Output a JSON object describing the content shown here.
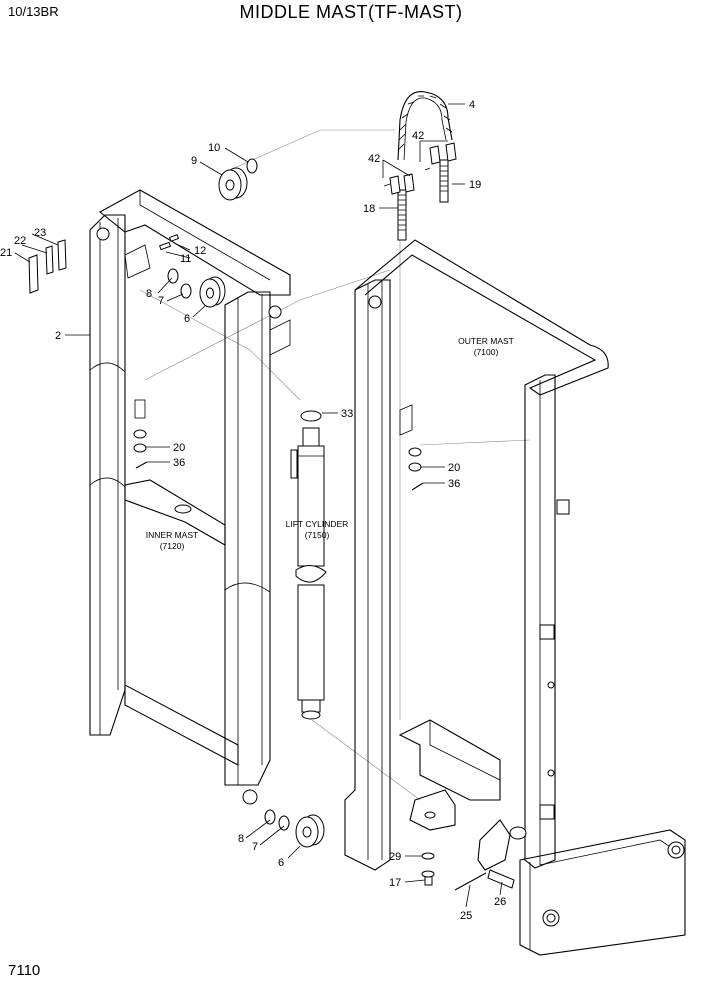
{
  "header": {
    "model": "10/13BR",
    "title": "MIDDLE MAST(TF-MAST)"
  },
  "footer": {
    "page_number": "7110"
  },
  "assemblies": {
    "outer_mast": {
      "name": "OUTER MAST",
      "code": "(7100)"
    },
    "inner_mast": {
      "name": "INNER MAST",
      "code": "(7120)"
    },
    "lift_cylinder": {
      "name": "LIFT CYLINDER",
      "code": "(7150)"
    }
  },
  "callouts": {
    "c4": "4",
    "c42a": "42",
    "c42b": "42",
    "c19": "19",
    "c18": "18",
    "c10": "10",
    "c9": "9",
    "c12": "12",
    "c11": "11",
    "c23": "23",
    "c22": "22",
    "c21": "21",
    "c8a": "8",
    "c7a": "7",
    "c6a": "6",
    "c2": "2",
    "c33": "33",
    "c20a": "20",
    "c36a": "36",
    "c20b": "20",
    "c36b": "36",
    "c8b": "8",
    "c7b": "7",
    "c6b": "6",
    "c29": "29",
    "c17": "17",
    "c25": "25",
    "c26": "26"
  }
}
